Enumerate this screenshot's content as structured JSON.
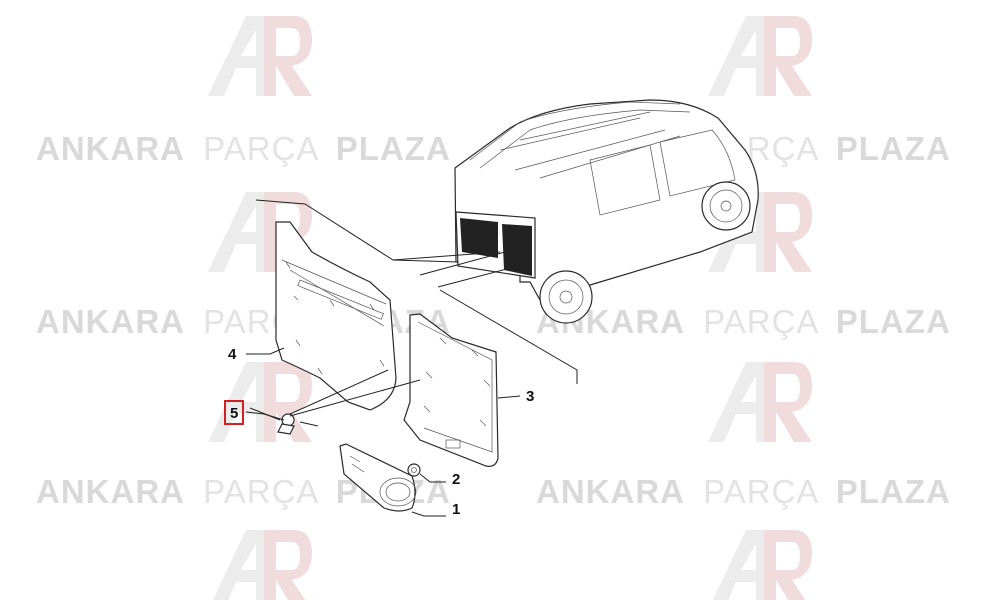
{
  "watermark": {
    "brand_bold_1": "ANKARA",
    "brand_light": "PARÇA",
    "brand_bold_2": "PLAZA",
    "logo_name": "ankara-parca-plaza-logo"
  },
  "callouts": [
    {
      "id": "1",
      "label": "1",
      "highlighted": false
    },
    {
      "id": "2",
      "label": "2",
      "highlighted": false
    },
    {
      "id": "3",
      "label": "3",
      "highlighted": false
    },
    {
      "id": "4",
      "label": "4",
      "highlighted": false
    },
    {
      "id": "5",
      "label": "5",
      "highlighted": true
    }
  ],
  "colors": {
    "highlight_border": "#d11f26",
    "line": "#222222",
    "watermark": "#d9d9d9",
    "logo": "#ececec"
  }
}
